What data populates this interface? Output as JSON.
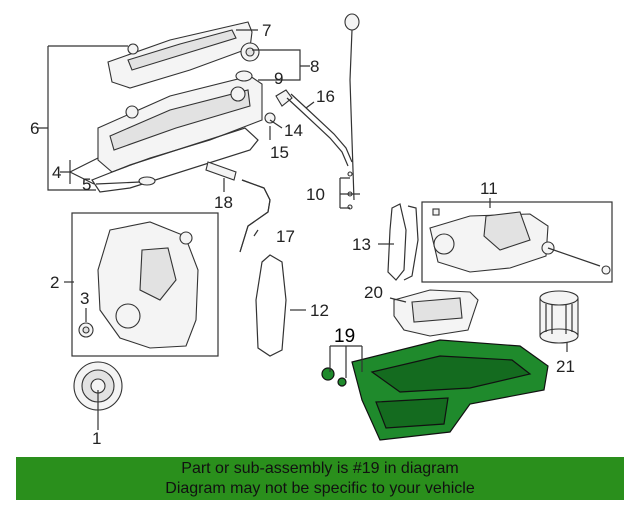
{
  "callouts": {
    "c1": "1",
    "c2": "2",
    "c3": "3",
    "c4": "4",
    "c5": "5",
    "c6": "6",
    "c7": "7",
    "c8": "8",
    "c9": "9",
    "c10": "10",
    "c11": "11",
    "c12": "12",
    "c13": "13",
    "c14": "14",
    "c15": "15",
    "c16": "16",
    "c17": "17",
    "c18": "18",
    "c19": "19",
    "c20": "20",
    "c21": "21"
  },
  "highlight_color": "#2a8f1c",
  "banner": {
    "line1": "Part or sub-assembly is #19 in diagram",
    "line2": "Diagram may not be specific to your vehicle"
  }
}
